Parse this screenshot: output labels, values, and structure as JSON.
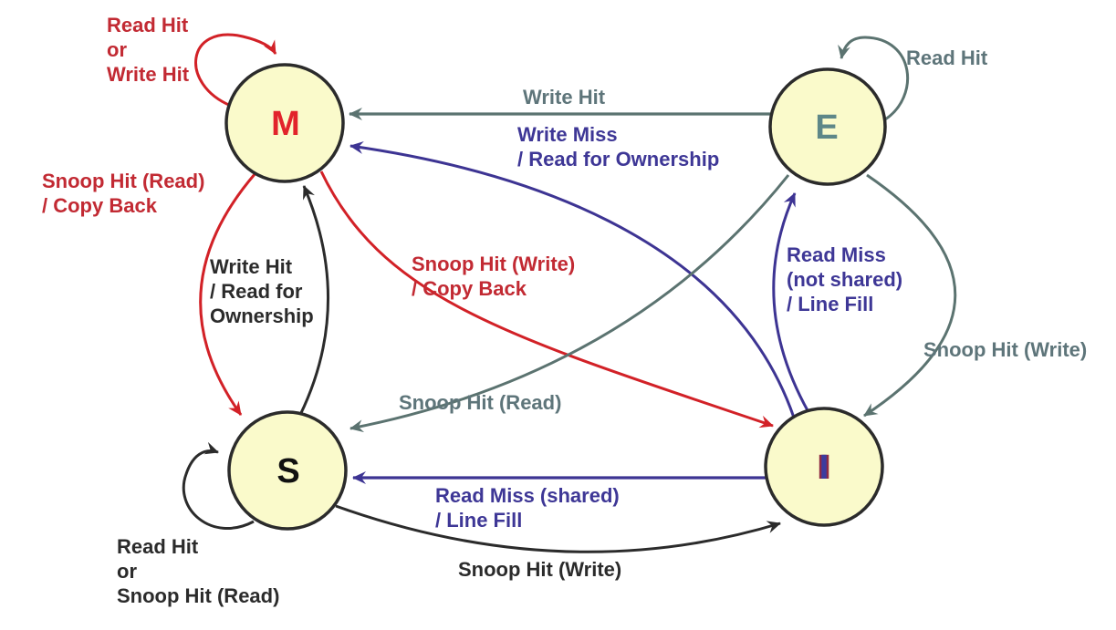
{
  "colors": {
    "red_text": "#C22A33",
    "red_stroke": "#D22127",
    "gray_text": "#5E757A",
    "gray_stroke": "#5B7370",
    "purple_text": "#3E3796",
    "purple_stroke": "#3D3493",
    "black": "#2B2B2B",
    "node_fill": "#FAFACB",
    "node_border": "#2B2B2B"
  },
  "states": {
    "m": {
      "label": "M"
    },
    "e": {
      "label": "E"
    },
    "s": {
      "label": "S"
    },
    "i": {
      "label": "I"
    }
  },
  "transitions": {
    "m_self": {
      "from": "M",
      "to": "M",
      "color": "red",
      "label": "Read Hit\nor\nWrite Hit"
    },
    "e_self": {
      "from": "E",
      "to": "E",
      "color": "gray",
      "label": "Read Hit"
    },
    "e_m": {
      "from": "E",
      "to": "M",
      "color": "gray",
      "label": "Write Hit"
    },
    "i_m": {
      "from": "I",
      "to": "M",
      "color": "purple",
      "label": "Write Miss\n/ Read for Ownership"
    },
    "m_s": {
      "from": "M",
      "to": "S",
      "color": "red",
      "label": "Snoop Hit (Read)\n/ Copy Back"
    },
    "s_m": {
      "from": "S",
      "to": "M",
      "color": "black",
      "label": "Write Hit\n/ Read for\nOwnership"
    },
    "m_i": {
      "from": "M",
      "to": "I",
      "color": "red",
      "label": "Snoop Hit (Write)\n/ Copy Back"
    },
    "i_e": {
      "from": "I",
      "to": "E",
      "color": "purple",
      "label": "Read Miss\n(not shared)\n/ Line Fill"
    },
    "e_i": {
      "from": "E",
      "to": "I",
      "color": "gray",
      "label": "Snoop Hit (Write)"
    },
    "e_s": {
      "from": "E",
      "to": "S",
      "color": "gray",
      "label": "Snoop Hit (Read)"
    },
    "i_s": {
      "from": "I",
      "to": "S",
      "color": "purple",
      "label": "Read Miss (shared)\n/ Line Fill"
    },
    "s_i": {
      "from": "S",
      "to": "I",
      "color": "black",
      "label": "Snoop Hit (Write)"
    },
    "s_self": {
      "from": "S",
      "to": "S",
      "color": "black",
      "label": "Read Hit\nor\nSnoop Hit (Read)"
    }
  }
}
